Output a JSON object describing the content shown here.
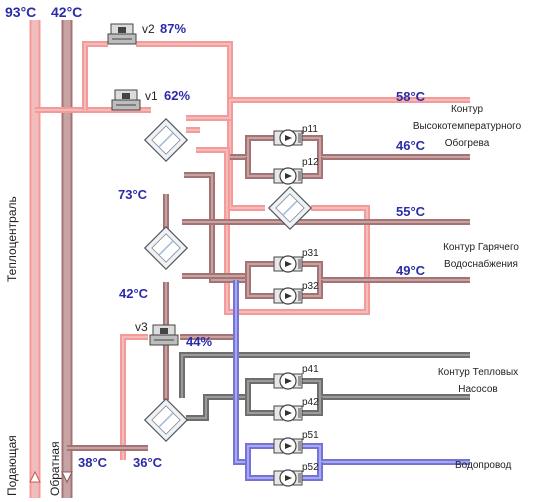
{
  "colors": {
    "hot": "#f59999",
    "hot_core": "#f0bcbc",
    "ret": "#a47474",
    "ret_core": "#c7a3a3",
    "dark": "#6e6e6e",
    "dark_core": "#9b9b9b",
    "blue": "#7474d8",
    "blue_core": "#a9a9f0",
    "temp_text": "#2c2ca8"
  },
  "header": {
    "supply_temp": "93°C",
    "return_temp": "42°C"
  },
  "left_labels": {
    "plant": "Теплоцентраль",
    "supply": "Подающая",
    "return": "Обратная"
  },
  "valves": {
    "v1": {
      "name": "v1",
      "percent": "62%"
    },
    "v2": {
      "name": "v2",
      "percent": "87%"
    },
    "v3": {
      "name": "v3",
      "percent": "44%"
    }
  },
  "temps": {
    "t73": "73°C",
    "t42": "42°C",
    "t38": "38°C",
    "t36": "36°C",
    "t58": "58°C",
    "t46": "46°C",
    "t55": "55°C",
    "t49": "49°C"
  },
  "pumps": {
    "p11": "p11",
    "p12": "p12",
    "p31": "p31",
    "p32": "p32",
    "p41": "p41",
    "p42": "p42",
    "p51": "p51",
    "p52": "p52"
  },
  "circuits": {
    "high_temp": [
      "Контур",
      "Высокотемпературного",
      "Обогрева"
    ],
    "hot_water": [
      "Контур Гарячего",
      "Водоснабжения"
    ],
    "heat_pumps": [
      "Контур Тепловых",
      "Насосов"
    ],
    "water_supply": "Водопровод"
  }
}
